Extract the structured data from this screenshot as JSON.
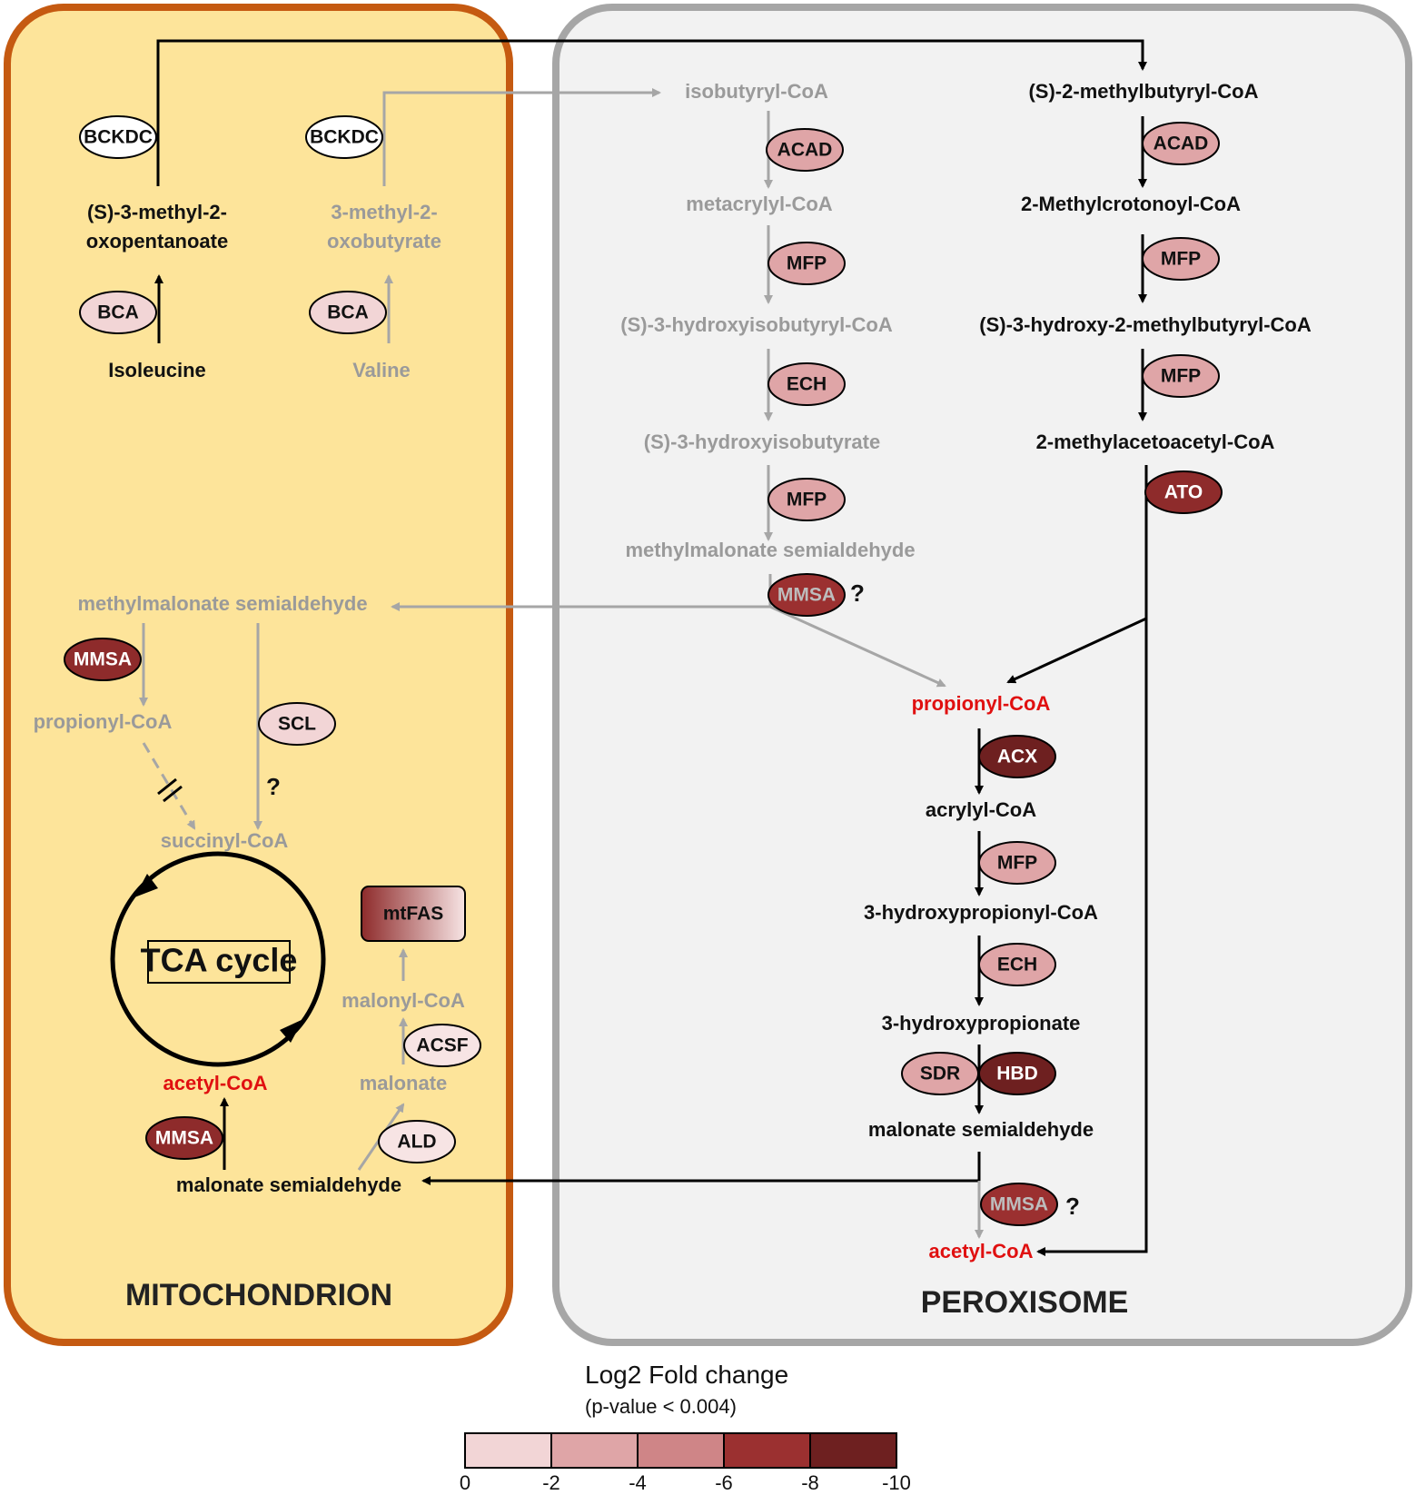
{
  "compartments": {
    "mitochondrion": "MITOCHONDRION",
    "peroxisome": "PEROXISOME"
  },
  "metabolites": {
    "iso_keto_1": "(S)-3-methyl-2-",
    "iso_keto_2": "oxopentanoate",
    "val_keto_1": "3-methyl-2-",
    "val_keto_2": "oxobutyrate",
    "isoleucine": "Isoleucine",
    "valine": "Valine",
    "isobutyryl_coa": "isobutyryl-CoA",
    "metacrylyl_coa": "metacrylyl-CoA",
    "hydroxyisobutyryl_coa": "(S)-3-hydroxyisobutyryl-CoA",
    "hydroxyisobutyrate": "(S)-3-hydroxyisobutyrate",
    "mms_perox": "methylmalonate semialdehyde",
    "methylbutyryl_coa": "(S)-2-methylbutyryl-CoA",
    "methylcrotonoyl_coa": "2-Methylcrotonoyl-CoA",
    "hydroxy_methylbutyryl_coa": "(S)-3-hydroxy-2-methylbutyryl-CoA",
    "methylacetoacetyl_coa": "2-methylacetoacetyl-CoA",
    "propionyl_coa_perox": "propionyl-CoA",
    "acrylyl_coa": "acrylyl-CoA",
    "hydroxypropionyl_coa": "3-hydroxypropionyl-CoA",
    "hydroxypropionate": "3-hydroxypropionate",
    "malonate_semialdehyde_perox": "malonate semialdehyde",
    "acetyl_coa_perox": "acetyl-CoA",
    "mms_mito": "methylmalonate semialdehyde",
    "propionyl_coa_mito": "propionyl-CoA",
    "succinyl_coa": "succinyl-CoA",
    "tca_cycle": "TCA cycle",
    "acetyl_coa_mito": "acetyl-CoA",
    "malonate_semialdehyde_mito": "malonate semialdehyde",
    "malonate": "malonate",
    "malonyl_coa": "malonyl-CoA"
  },
  "enzymes": {
    "bckdc_1": {
      "label": "BCKDC",
      "fill": "#ffffff",
      "text": "#111111"
    },
    "bckdc_2": {
      "label": "BCKDC",
      "fill": "#ffffff",
      "text": "#111111"
    },
    "bca_1": {
      "label": "BCA",
      "fill": "#f2d5d6",
      "text": "#111111"
    },
    "bca_2": {
      "label": "BCA",
      "fill": "#f2d5d6",
      "text": "#111111"
    },
    "acad_1": {
      "label": "ACAD",
      "fill": "#dfa5a7",
      "text": "#111111"
    },
    "mfp_1": {
      "label": "MFP",
      "fill": "#dfa5a7",
      "text": "#111111"
    },
    "ech_1": {
      "label": "ECH",
      "fill": "#dfa5a7",
      "text": "#111111"
    },
    "mfp_2": {
      "label": "MFP",
      "fill": "#dfa5a7",
      "text": "#111111"
    },
    "mmsa_perox_1": {
      "label": "MMSA",
      "fill": "#9b3030",
      "text": "#bdbdbd"
    },
    "acad_2": {
      "label": "ACAD",
      "fill": "#dfa5a7",
      "text": "#111111"
    },
    "mfp_3": {
      "label": "MFP",
      "fill": "#dfa5a7",
      "text": "#111111"
    },
    "mfp_4": {
      "label": "MFP",
      "fill": "#dfa5a7",
      "text": "#111111"
    },
    "ato": {
      "label": "ATO",
      "fill": "#8e2b2b",
      "text": "#ffffff"
    },
    "acx": {
      "label": "ACX",
      "fill": "#6e2020",
      "text": "#ffffff"
    },
    "mfp_5": {
      "label": "MFP",
      "fill": "#dfa5a7",
      "text": "#111111"
    },
    "ech_2": {
      "label": "ECH",
      "fill": "#dfa5a7",
      "text": "#111111"
    },
    "sdr": {
      "label": "SDR",
      "fill": "#dfa5a7",
      "text": "#111111"
    },
    "hbd": {
      "label": "HBD",
      "fill": "#6e2020",
      "text": "#ffffff"
    },
    "mmsa_perox_2": {
      "label": "MMSA",
      "fill": "#9b3030",
      "text": "#bdbdbd"
    },
    "mmsa_mito_1": {
      "label": "MMSA",
      "fill": "#8e2b2b",
      "text": "#ffffff"
    },
    "scl": {
      "label": "SCL",
      "fill": "#f2d5d6",
      "text": "#111111"
    },
    "mmsa_mito_2": {
      "label": "MMSA",
      "fill": "#8e2b2b",
      "text": "#ffffff"
    },
    "alf": {
      "label": "ALD",
      "fill": "#f7e4e4",
      "text": "#111111"
    },
    "acsf": {
      "label": "ACSF",
      "fill": "#f7e4e4",
      "text": "#111111"
    },
    "mtfas": {
      "label": "mtFAS"
    }
  },
  "question_mark": "?",
  "legend": {
    "title": "Log2 Fold change",
    "subtitle": "(p-value < 0.004)",
    "ticks": [
      "0",
      "-2",
      "-4",
      "-6",
      "-8",
      "-10"
    ],
    "colors": [
      "#f2d5d6",
      "#dfa5a7",
      "#cf8587",
      "#9b3030",
      "#6e2020"
    ]
  },
  "colors": {
    "mito_fill": "#fde49a",
    "mito_border": "#c55a11",
    "perox_fill": "#f2f2f2",
    "perox_border": "#a6a6a6",
    "arrow_black": "#000000",
    "arrow_gray": "#a6a6a6",
    "highlight_red": "#e01010"
  }
}
